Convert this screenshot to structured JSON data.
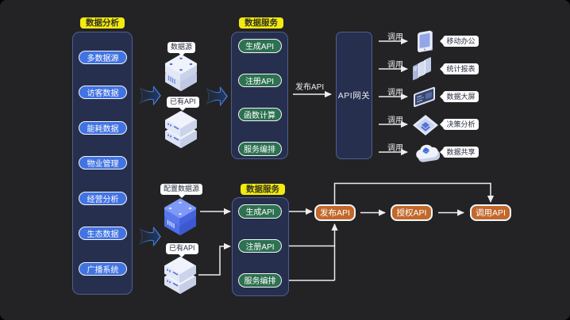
{
  "diagram": {
    "background": "#222326",
    "panel_color": "#272f4e",
    "accent_yellow": "#f2ea11",
    "accent_blue": "#4273e2",
    "accent_green": "#2d7150",
    "accent_orange": "#c2682b"
  },
  "analysis_panel": {
    "tab": "数据分析",
    "items": [
      "多数据源",
      "访客数据",
      "能耗数据",
      "物业管理",
      "经营分析",
      "生态数据",
      "广播系统"
    ]
  },
  "service_panel_top": {
    "tab": "数据服务",
    "items": [
      "生成API",
      "注册API",
      "函数计算",
      "服务编排"
    ]
  },
  "service_panel_bottom": {
    "tab": "数据服务",
    "items": [
      "生成API",
      "注册API",
      "服务编排"
    ]
  },
  "sources_top": {
    "datasource_label": "数据源",
    "existing_api_label": "已有API"
  },
  "sources_bottom": {
    "datasource_label": "配置数据源",
    "existing_api_label": "已有API"
  },
  "gateway": {
    "label": "API网关",
    "publish_arrow_label": "发布API"
  },
  "consumers": {
    "call_label": "调用",
    "items": [
      {
        "label": "移动办公",
        "icon": "mobile-icon"
      },
      {
        "label": "统计报表",
        "icon": "report-icon"
      },
      {
        "label": "数据大屏",
        "icon": "screen-icon"
      },
      {
        "label": "决策分析",
        "icon": "decision-icon"
      },
      {
        "label": "数据共享",
        "icon": "share-icon"
      }
    ]
  },
  "api_flow": {
    "steps": [
      "发布API",
      "授权API",
      "调用API"
    ]
  }
}
